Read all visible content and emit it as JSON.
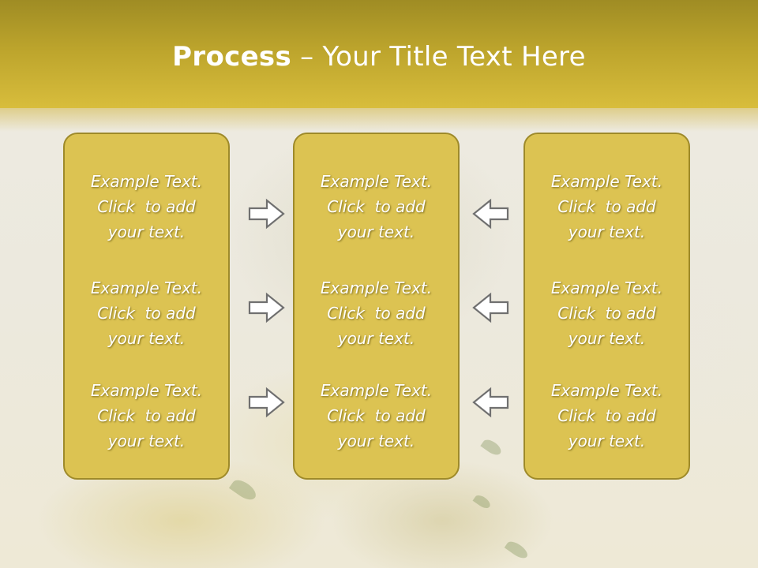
{
  "slide": {
    "title_bold": "Process",
    "title_rest": " – Your Title Text Here"
  },
  "columns": [
    {
      "items": [
        {
          "l1": "Example Text.",
          "l2": "Click  to add",
          "l3": "your text."
        },
        {
          "l1": "Example Text.",
          "l2": "Click  to add",
          "l3": "your text."
        },
        {
          "l1": "Example Text.",
          "l2": "Click  to add",
          "l3": "your text."
        }
      ]
    },
    {
      "items": [
        {
          "l1": "Example Text.",
          "l2": "Click  to add",
          "l3": "your text."
        },
        {
          "l1": "Example Text.",
          "l2": "Click  to add",
          "l3": "your text."
        },
        {
          "l1": "Example Text.",
          "l2": "Click  to add",
          "l3": "your text."
        }
      ]
    },
    {
      "items": [
        {
          "l1": "Example Text.",
          "l2": "Click  to add",
          "l3": "your text."
        },
        {
          "l1": "Example Text.",
          "l2": "Click  to add",
          "l3": "your text."
        },
        {
          "l1": "Example Text.",
          "l2": "Click  to add",
          "l3": "your text."
        }
      ]
    }
  ],
  "arrows": {
    "left_group": "right-arrow-icon",
    "right_group": "left-arrow-icon"
  },
  "colors": {
    "header": "#c3aa30",
    "box_fill": "#dcc352",
    "box_border": "#9e8a2a",
    "text": "#ffffff"
  }
}
